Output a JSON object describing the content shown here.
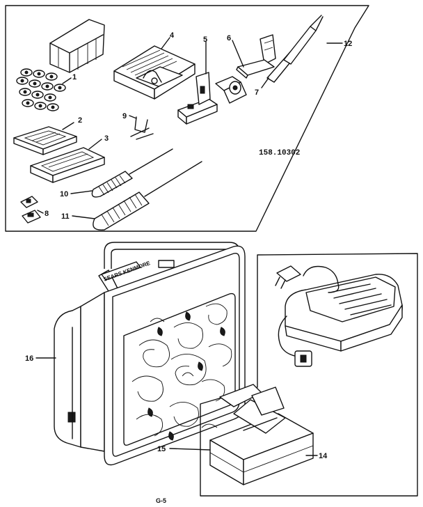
{
  "model_number": "158.10302",
  "page_code": "G-5",
  "case_brand": "SEARS KENMORE",
  "callouts": [
    {
      "id": "c1",
      "text": "1"
    },
    {
      "id": "c2",
      "text": "2"
    },
    {
      "id": "c3",
      "text": "3"
    },
    {
      "id": "c4",
      "text": "4"
    },
    {
      "id": "c5",
      "text": "5"
    },
    {
      "id": "c6",
      "text": "6"
    },
    {
      "id": "c7",
      "text": "7"
    },
    {
      "id": "c8",
      "text": "8"
    },
    {
      "id": "c9",
      "text": "9"
    },
    {
      "id": "c10",
      "text": "10"
    },
    {
      "id": "c11",
      "text": "11"
    },
    {
      "id": "c12",
      "text": "12"
    },
    {
      "id": "c14",
      "text": "14"
    },
    {
      "id": "c15",
      "text": "15"
    },
    {
      "id": "c16",
      "text": "16"
    }
  ]
}
